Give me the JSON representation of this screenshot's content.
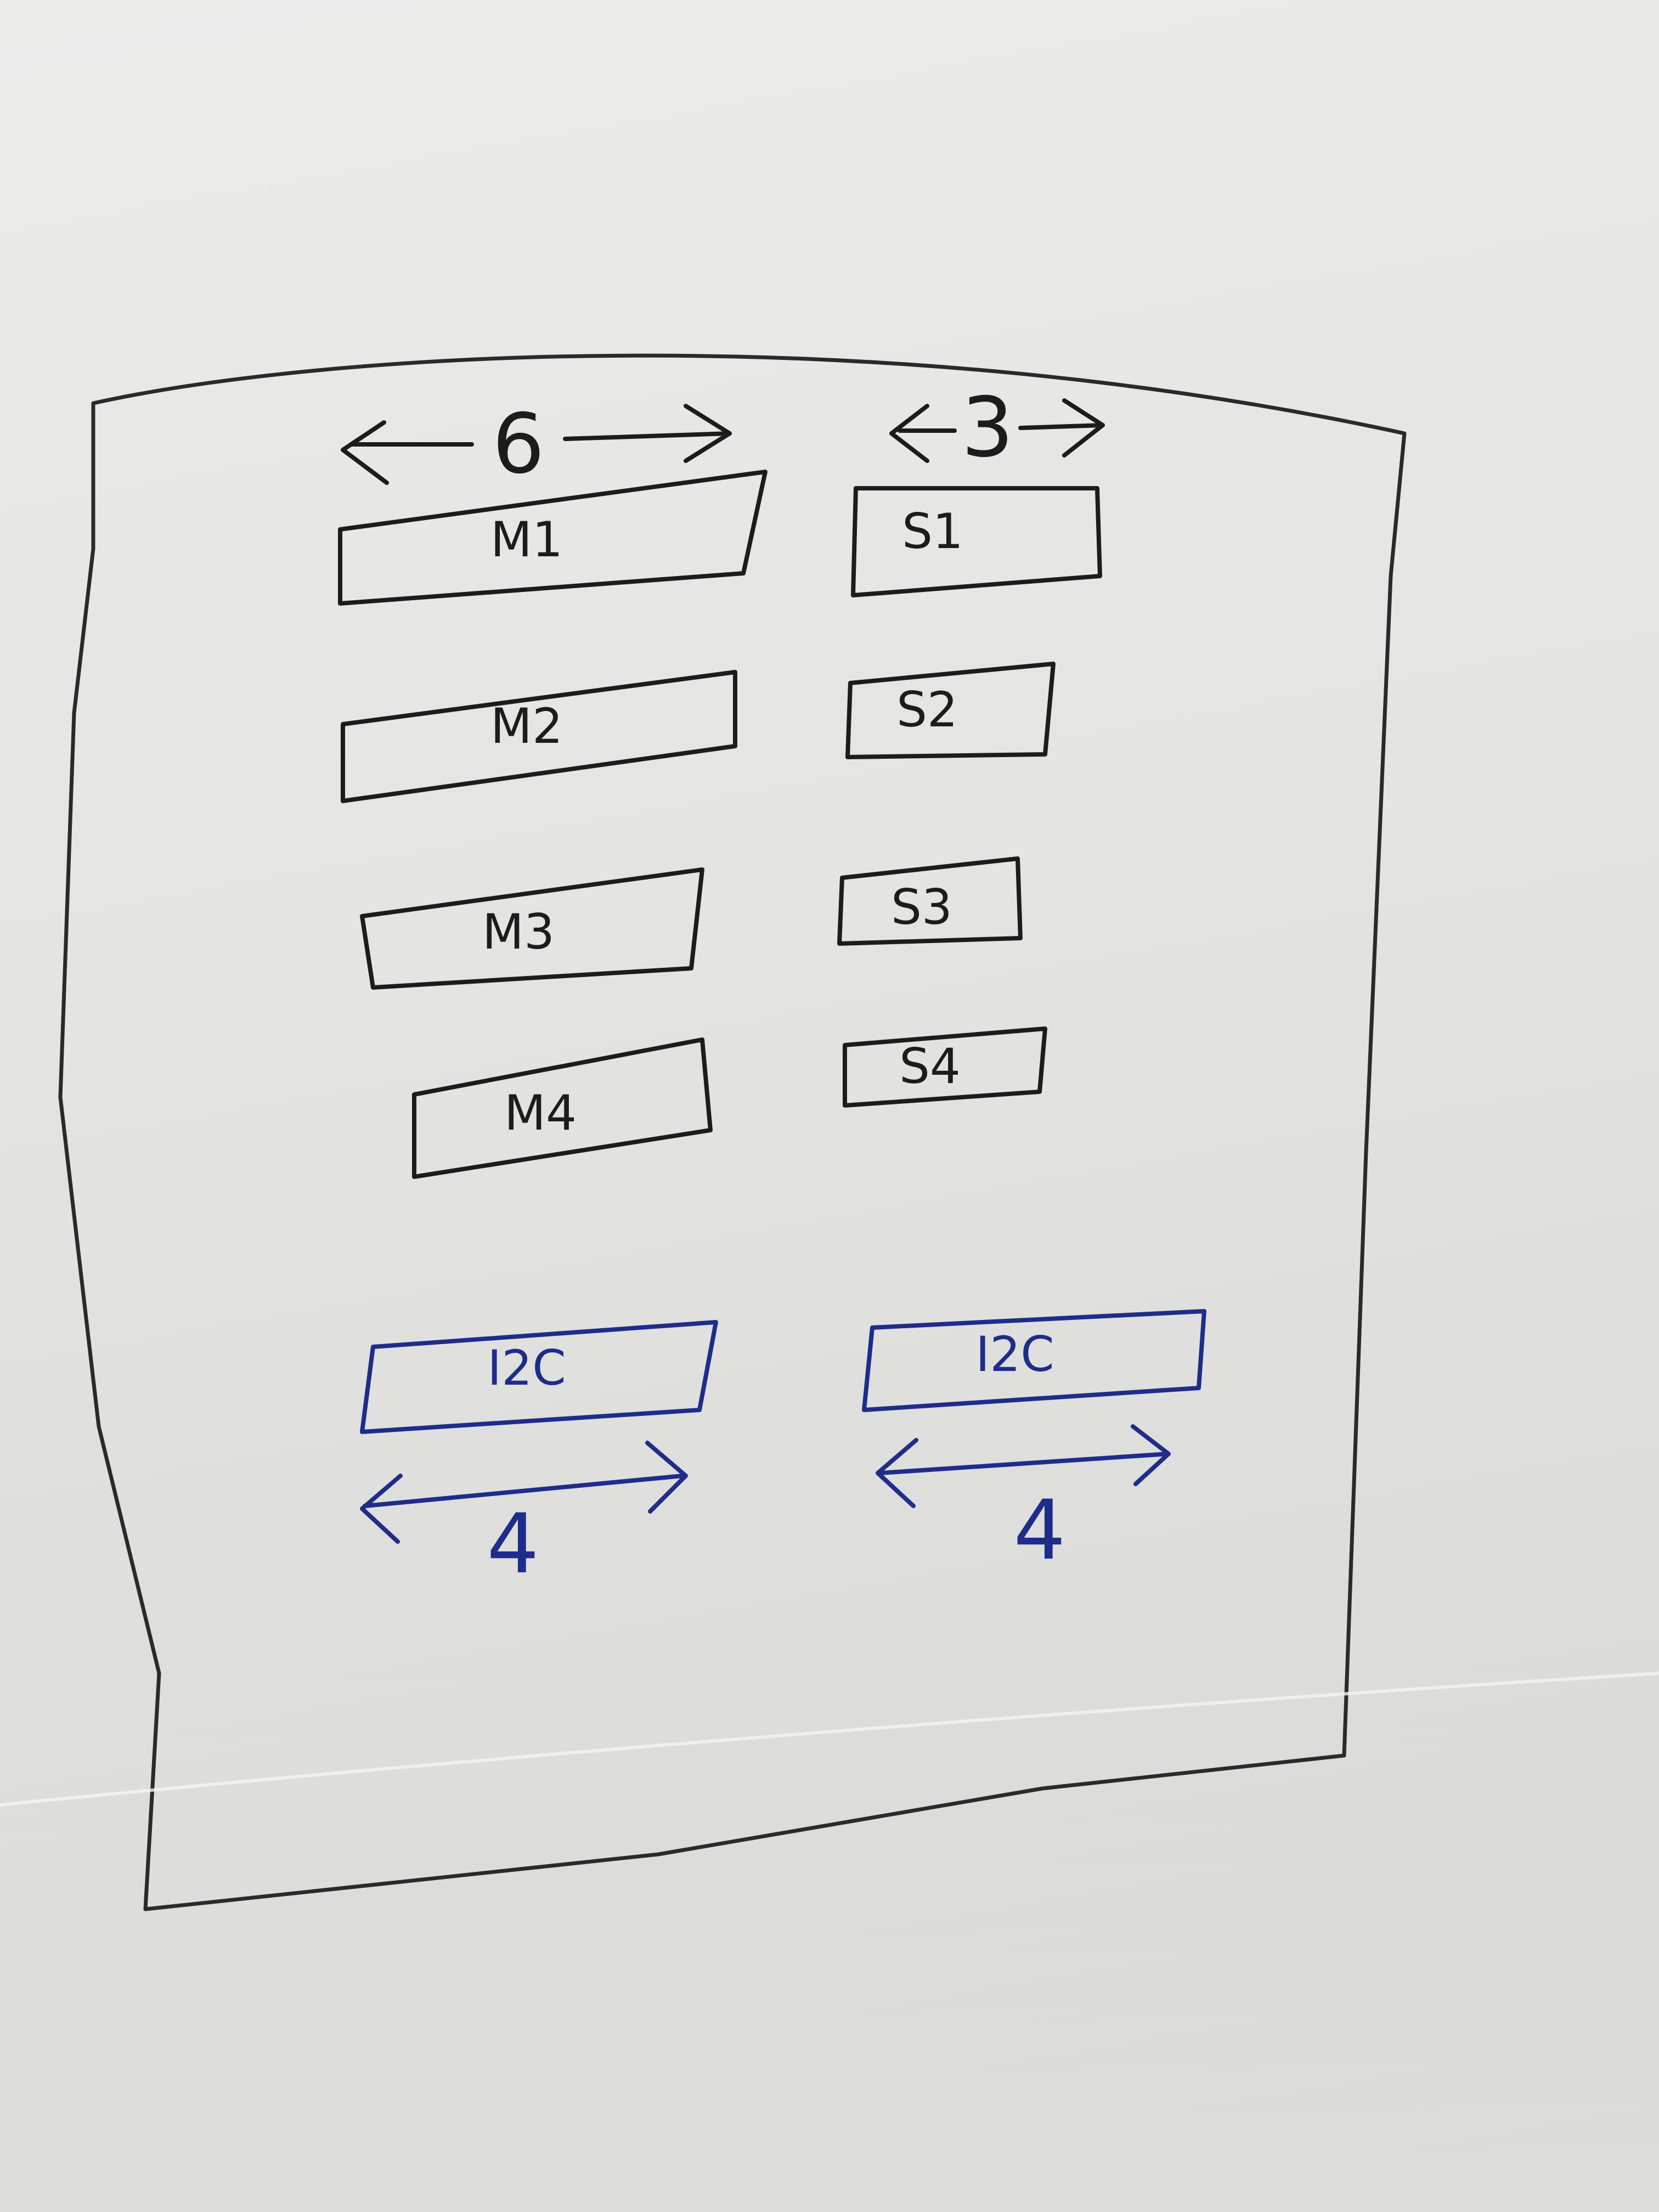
{
  "top_dimensions": {
    "left": "6",
    "right": "3"
  },
  "left_column": [
    "M1",
    "M2",
    "M3",
    "M4"
  ],
  "right_column": [
    "S1",
    "S2",
    "S3",
    "S4"
  ],
  "bottom_blocks": {
    "left_label": "I2C",
    "right_label": "I2C",
    "left_dimension": "4",
    "right_dimension": "4"
  },
  "colors": {
    "pencil": "#1c1c1c",
    "blue_ink": "#1f2d8a",
    "paper": "#e6e6e4"
  }
}
